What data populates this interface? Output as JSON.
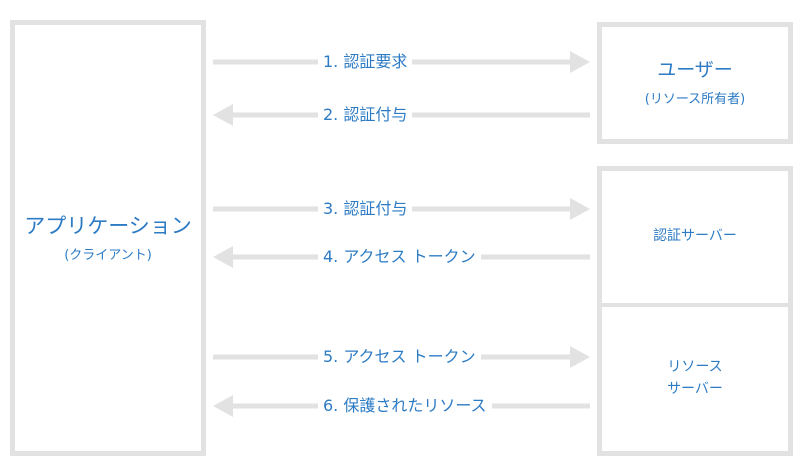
{
  "colors": {
    "text": "#2d7bc4",
    "box_border": "#e2e2e2",
    "arrow": "#e2e2e2"
  },
  "application": {
    "title": "アプリケーション",
    "subtitle": "(クライアント)"
  },
  "user": {
    "title": "ユーザー",
    "subtitle": "(リソース所有者)"
  },
  "auth_server": {
    "label": "認証サーバー"
  },
  "resource_server": {
    "line1": "リソース",
    "line2": "サーバー"
  },
  "flows": [
    {
      "label": "1. 認証要求",
      "direction": "right"
    },
    {
      "label": "2. 認証付与",
      "direction": "left"
    },
    {
      "label": "3. 認証付与",
      "direction": "right"
    },
    {
      "label": "4. アクセス トークン",
      "direction": "left"
    },
    {
      "label": "5. アクセス トークン",
      "direction": "right"
    },
    {
      "label": "6. 保護されたリソース",
      "direction": "left"
    }
  ]
}
